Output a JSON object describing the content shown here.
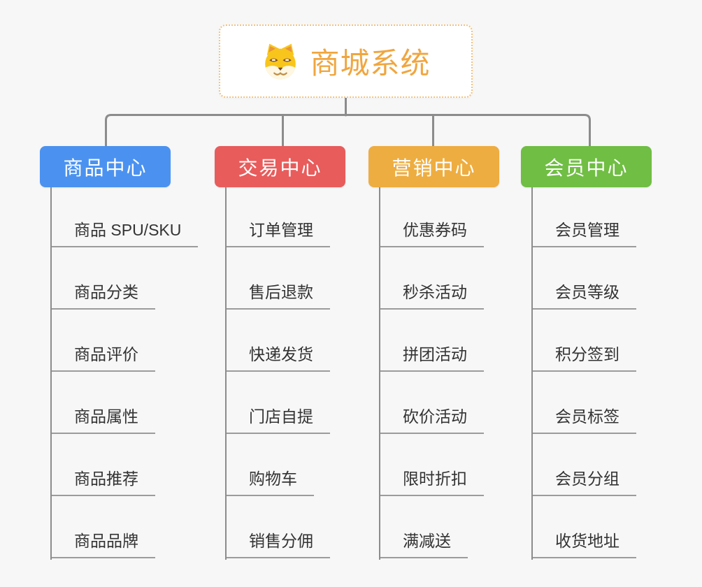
{
  "root": {
    "title": "商城系统",
    "icon": "dog-face-icon"
  },
  "branches": [
    {
      "label": "商品中心",
      "color": "#4b92f0",
      "children": [
        "商品 SPU/SKU",
        "商品分类",
        "商品评价",
        "商品属性",
        "商品推荐",
        "商品品牌"
      ]
    },
    {
      "label": "交易中心",
      "color": "#e85c5c",
      "children": [
        "订单管理",
        "售后退款",
        "快递发货",
        "门店自提",
        "购物车",
        "销售分佣"
      ]
    },
    {
      "label": "营销中心",
      "color": "#eead40",
      "children": [
        "优惠券码",
        "秒杀活动",
        "拼团活动",
        "砍价活动",
        "限时折扣",
        "满减送"
      ]
    },
    {
      "label": "会员中心",
      "color": "#70be44",
      "children": [
        "会员管理",
        "会员等级",
        "积分签到",
        "会员标签",
        "会员分组",
        "收货地址"
      ]
    }
  ],
  "colors": {
    "background": "#f7f7f7",
    "connector": "#8c8c8c",
    "underline": "#9c9c9c",
    "root_border": "#f2c27d",
    "root_text": "#f0a640",
    "child_text": "#333333",
    "branch_text": "#ffffff"
  }
}
